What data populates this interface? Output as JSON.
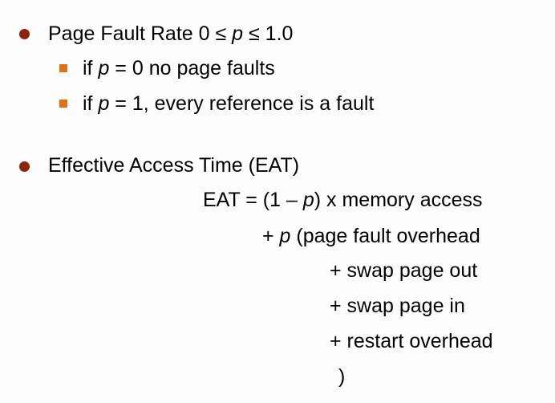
{
  "colors": {
    "round_bullet": "#8f2310",
    "square_bullet": "#e07010",
    "background": "#fdfdfd",
    "text": "#000000"
  },
  "point1": {
    "prefix": "Page Fault Rate 0 ≤ ",
    "var": "p",
    "suffix": " ≤ 1.0",
    "sub": [
      {
        "prefix": "if ",
        "var": "p",
        "suffix": " = 0 no page faults"
      },
      {
        "prefix": "if ",
        "var": "p",
        "suffix": " = 1, every reference is a fault"
      }
    ]
  },
  "point2": {
    "text": "Effective Access Time (EAT)",
    "formula": {
      "line1_prefix": "EAT = (1 – ",
      "line1_var": "p",
      "line1_suffix": ") x memory access",
      "line2_prefix": "+ ",
      "line2_var": "p",
      "line2_suffix": " (page fault overhead",
      "line3": "+ swap page out",
      "line4": "+ swap page in",
      "line5": "+ restart overhead",
      "line6": ")"
    }
  }
}
